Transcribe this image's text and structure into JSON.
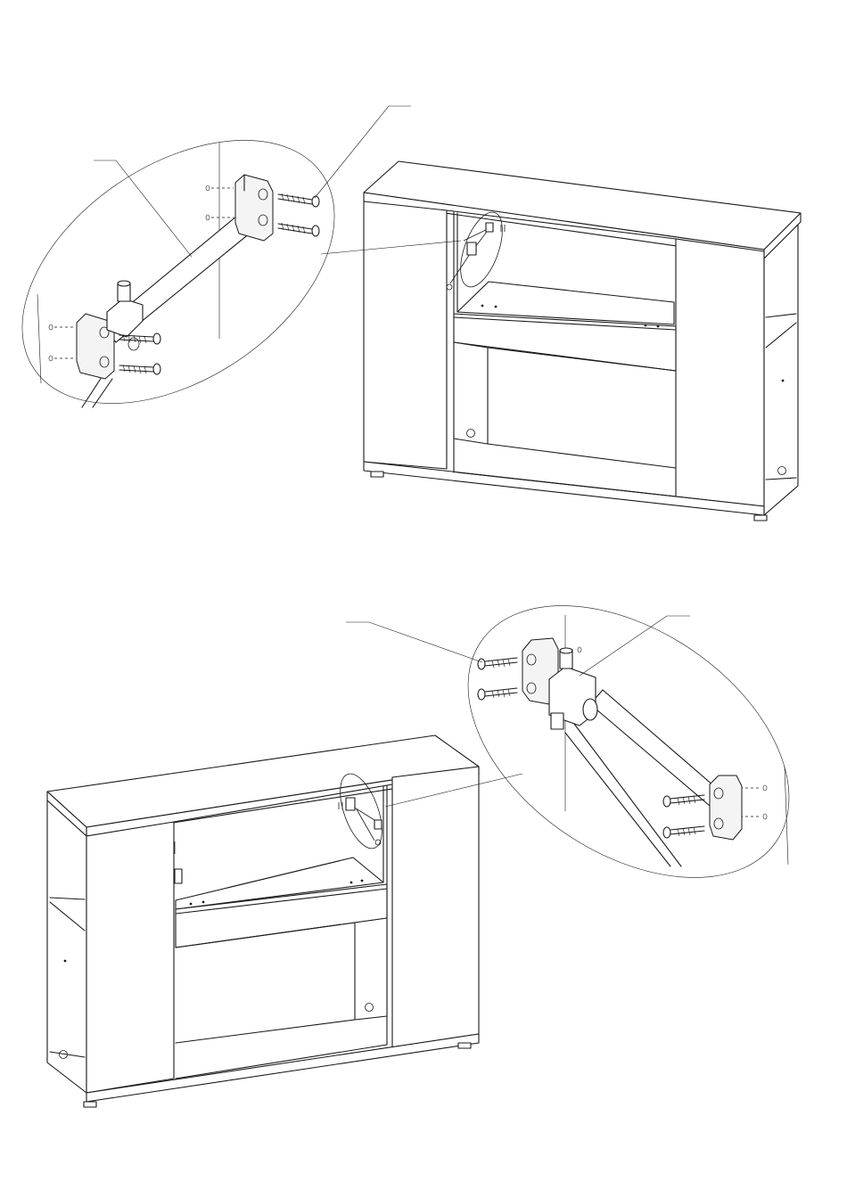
{
  "figure": {
    "panels": [
      {
        "id": "step-top",
        "view": "cabinet-front-right",
        "detail": "tilt-stop-fitting-left"
      },
      {
        "id": "step-bottom",
        "view": "cabinet-front-left",
        "detail": "tilt-stop-fitting-right"
      }
    ],
    "parts": {
      "fitting_arm": "telescopic-stay",
      "bracket": "mounting-block",
      "screw": "wood-screw",
      "screw_count_per_detail": 4
    },
    "colors": {
      "ink": "#1a1a1a",
      "paper": "#ffffff",
      "panel_fill": "#f4f4f4"
    }
  }
}
